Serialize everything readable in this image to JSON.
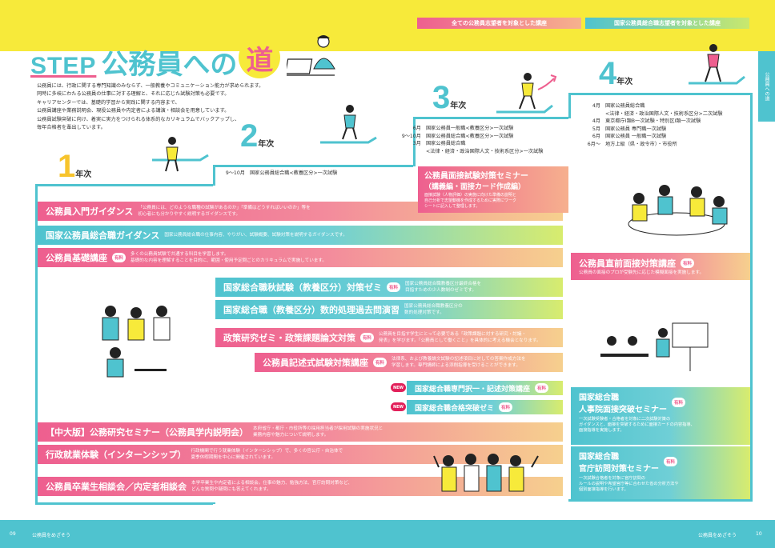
{
  "header": {
    "title_step": "STEP",
    "title_main": "公務員への",
    "title_circle": "道",
    "legend_pink": "全ての公務員志望者を対象とした講座",
    "legend_teal": "国家公務員総合職志望者を対象とした講座",
    "side_tab": "公務員への道",
    "colors": {
      "pink": "#ee5f8f",
      "teal": "#4fc3cf",
      "yellow": "#f7ea3a"
    }
  },
  "intro": [
    "公務員には、行政に関する専門知識のみならず、一般教養やコミュニケーション能力が求められます。",
    "同時に多岐にわたる公務員の仕事に対する理解と、それに応じた試験対策も必要です。",
    "キャリアセンターでは、基礎的学習から実践に関する内容まで、",
    "公務員講座や業務説明会、現役公務員や内定者による講演・相談会を用意しています。",
    "公務員試験突破に向け、着実に実力をつけられる体系的なカリキュラムでバックアップし、",
    "毎年合格者を輩出しています。"
  ],
  "years": {
    "y1": "1",
    "y2": "2",
    "y3": "3",
    "y4": "4",
    "suffix": "年次"
  },
  "schedule2": [
    {
      "m": "9〜10月",
      "t": "国家公務員総合職<教養区分>一次試験"
    }
  ],
  "schedule3": [
    {
      "m": "6月",
      "t": "国家公務員一般職<教養区分>一次試験"
    },
    {
      "m": "9〜10月",
      "t": "国家公務員総合職<教養区分>一次試験"
    },
    {
      "m": "3月",
      "t": "国家公務員総合職"
    },
    {
      "m": "",
      "t": "<法律・経済・政治国際人文・技術系区分>一次試験"
    }
  ],
  "schedule4": [
    {
      "m": "4月",
      "t": "国家公務員総合職"
    },
    {
      "m": "",
      "t": "<法律・経済・政治国際人文・技術系区分>二次試験"
    },
    {
      "m": "4月",
      "t": "東京都庁I類B一次試験・特別区I類一次試験"
    },
    {
      "m": "5月",
      "t": "国家公務員 専門職一次試験"
    },
    {
      "m": "6月",
      "t": "国家公務員 一般職一次試験"
    },
    {
      "m": "6月〜",
      "t": "地方上級（県・政令市）・市役所"
    }
  ],
  "paid": "有料",
  "new": "NEW",
  "courses": {
    "c1": {
      "name": "公務員入門ガイダンス",
      "desc1": "「公務員には、どのような職種の試験があるのか」「準備はどうすればいいのか」等を",
      "desc2": "初心者にも分かりやすく説明するガイダンスです。"
    },
    "c2": {
      "name": "国家公務員総合職ガイダンス",
      "desc1": "国家公務員総合職の仕事内容、やりがい、試験概要、試験対策を説明するガイダンスです。"
    },
    "c3": {
      "name": "公務員基礎講座",
      "desc1": "多くの公務員試験で共通する科目を学習します。",
      "desc2": "基礎的な内容を理解することを目的に、範囲・使用予定問ごとのカリキュラムで実施しています。"
    },
    "c4": {
      "name": "国家総合職秋試験（教養区分）対策ゼミ",
      "desc1": "国家公務員総合職教養区分最終合格を",
      "desc2": "目指すための少人数制のゼミです。"
    },
    "c5": {
      "name": "国家総合職（教養区分）数的処理過去問演習",
      "desc1": "国家公務員総合職教養区分の",
      "desc2": "数的処理対策です。"
    },
    "c6": {
      "name": "政策研究ゼミ・政策課題論文対策",
      "desc1": "公務員を目指す学生にとって必要である「政策課題に対する研究・討議・",
      "desc2": "発表」を学びます。「公務員として働くこと」を具体的に考える機会となります。"
    },
    "c7": {
      "name": "公務員記述式試験対策講座",
      "desc1": "法律系、および教養論文試験の記述項目に対しての答案作成方法を",
      "desc2": "学習します。専門講師による添削指導を受けることができます。"
    },
    "c8": {
      "name": "国家総合職専門択一・記述対策講座"
    },
    "c9": {
      "name": "国家総合職合格突破ゼミ"
    },
    "c10": {
      "name": "【中大版】公務研究セミナー（公務員学内説明会）",
      "desc1": "本府省庁・都庁・市役所等の採用担当者が採用試験の実施状況と",
      "desc2": "業務内容や魅力について説明します。"
    },
    "c11": {
      "name": "行政就業体験（インターンシップ）",
      "desc1": "行政機関で行う就業体験（インターンシップ）で、多くの官公庁・自治体で",
      "desc2": "夏季休暇期間を中心に開催されています。"
    },
    "c12": {
      "name": "公務員卒業生相談会／内定者相談会",
      "desc1": "本学卒業生や内定者による相談会。仕事の魅力、勉強方法、官庁訪問対策など、",
      "desc2": "どんな質問や疑問にも答えてくれます。"
    },
    "c13": {
      "name": "公務員面接試験対策セミナー",
      "sub": "（講義編・面接カード作成編）",
      "desc1": "面接試験（人物評価）の実施に向けた準備の説明と",
      "desc2": "自己分析で志望動機を作成するために実際にワーク",
      "desc3": "シートに記入して整理します。"
    },
    "c14": {
      "name": "公務員直前面接対策講座",
      "desc1": "公務員の面接のプロが受験先に応じた模擬面接を実施します。"
    },
    "c15": {
      "name1": "国家総合職",
      "name2": "人事院面接突破セミナー",
      "desc1": "一次試験受験者・合格者を対象に二次試験対策の",
      "desc2": "ガイダンスと、面接を突破するために面接カードの内容指導、",
      "desc3": "面接指導を実施します。"
    },
    "c16": {
      "name1": "国家総合職",
      "name2": "官庁訪問対策セミナー",
      "desc1": "一次試験合格者を対象に官庁訪問の",
      "desc2": "ルールの説明や希望官庁等に合わせた省の分析方法や",
      "desc3": "個別面接指導を行います。"
    }
  },
  "footer": {
    "left_num": "09",
    "left_text": "公務員をめざそう",
    "right_text": "公務員をめざそう",
    "right_num": "10"
  }
}
